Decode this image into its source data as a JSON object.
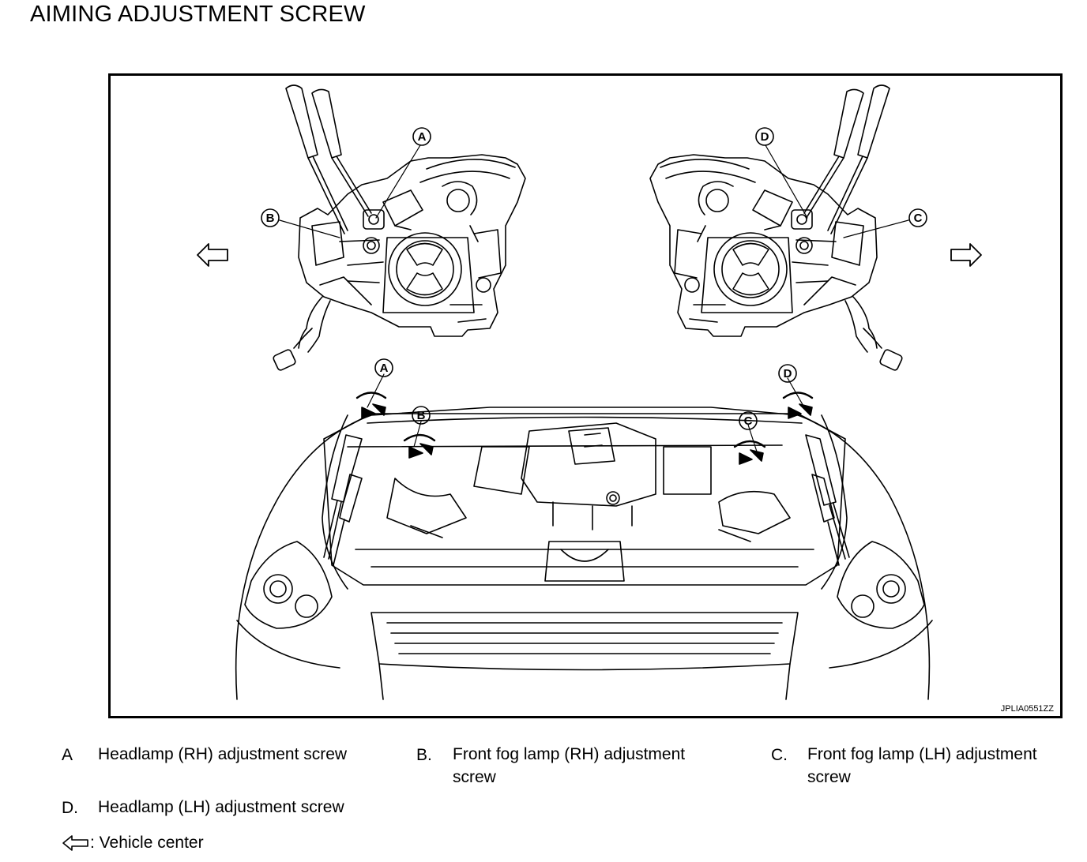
{
  "title": "AIMING ADJUSTMENT SCREW",
  "figure_code": "JPLIA0551ZZ",
  "callouts": {
    "a": "A",
    "b": "B",
    "c": "C",
    "d": "D"
  },
  "legend": [
    {
      "key": "A",
      "text": "Headlamp (RH) adjustment screw"
    },
    {
      "key": "B.",
      "text": "Front fog lamp (RH) adjustment screw"
    },
    {
      "key": "C.",
      "text": "Front fog lamp (LH) adjustment screw"
    },
    {
      "key": "D.",
      "text": "Headlamp (LH) adjustment screw"
    }
  ],
  "vehicle_center": ": Vehicle center",
  "icons": {
    "direction": "hollow-arrow-icon"
  }
}
